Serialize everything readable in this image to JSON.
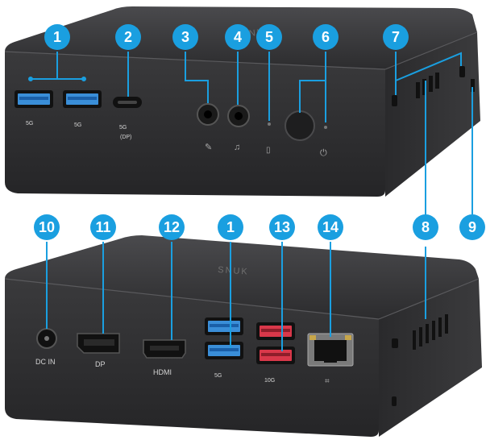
{
  "brand": "SNUK",
  "callouts": [
    {
      "id": "c1a",
      "number": "1"
    },
    {
      "id": "c2",
      "number": "2"
    },
    {
      "id": "c3",
      "number": "3"
    },
    {
      "id": "c4",
      "number": "4"
    },
    {
      "id": "c5",
      "number": "5"
    },
    {
      "id": "c6",
      "number": "6"
    },
    {
      "id": "c7",
      "number": "7"
    },
    {
      "id": "c10",
      "number": "10"
    },
    {
      "id": "c11",
      "number": "11"
    },
    {
      "id": "c12",
      "number": "12"
    },
    {
      "id": "c1b",
      "number": "1"
    },
    {
      "id": "c13",
      "number": "13"
    },
    {
      "id": "c14",
      "number": "14"
    },
    {
      "id": "c8",
      "number": "8"
    },
    {
      "id": "c9",
      "number": "9"
    }
  ],
  "front_labels": {
    "usb_a_1": "5G",
    "usb_a_2": "5G",
    "usb_c": "5G",
    "usb_c_dp": "(DP)"
  },
  "rear_labels": {
    "dc_in": "DC IN",
    "dp": "DP",
    "hdmi": "HDMI",
    "usb_blue": "5G",
    "usb_red": "10G"
  },
  "colors": {
    "callout": "#1a9fe0",
    "body": "#2f2f31",
    "usb_blue": "#3a8ed8",
    "usb_red": "#d9384a"
  }
}
